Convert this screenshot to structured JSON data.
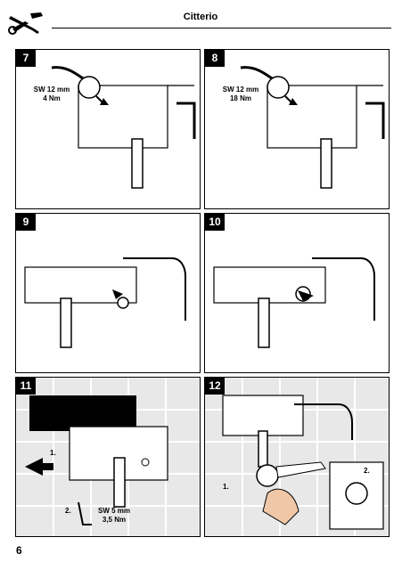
{
  "header": {
    "title": "Citterio",
    "icon": "wrench-screwdriver-icon"
  },
  "panels": [
    {
      "number": "7",
      "note_line1": "SW 12 mm",
      "note_line2": "4 Nm"
    },
    {
      "number": "8",
      "note_line1": "SW 12 mm",
      "note_line2": "18 Nm"
    },
    {
      "number": "9"
    },
    {
      "number": "10"
    },
    {
      "number": "11",
      "step1": "1.",
      "step2": "2.",
      "note_line1": "SW 5 mm",
      "note_line2": "3,5 Nm"
    },
    {
      "number": "12",
      "step1": "1.",
      "step2": "2."
    }
  ],
  "footer": {
    "page_number": "6"
  }
}
